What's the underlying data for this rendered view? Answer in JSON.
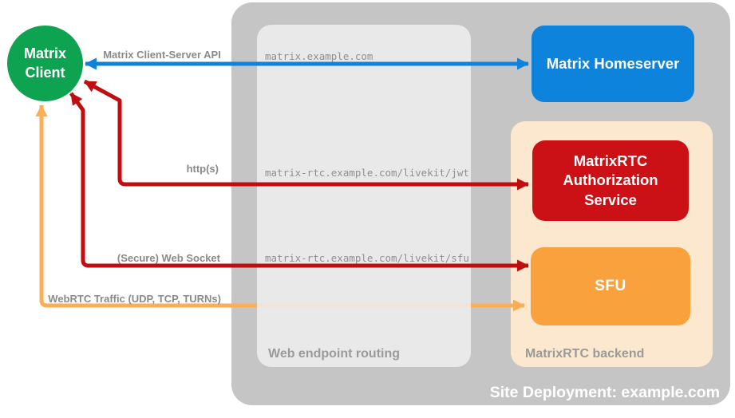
{
  "nodes": {
    "client": "Matrix Client",
    "homeserver": "Matrix Homeserver",
    "auth_service": "MatrixRTC Authorization Service",
    "sfu": "SFU"
  },
  "containers": {
    "site_deployment": "Site Deployment: example.com",
    "web_endpoint_routing": "Web endpoint routing",
    "matrixrtc_backend": "MatrixRTC backend"
  },
  "connections": {
    "client_server_api": {
      "label": "Matrix Client-Server API",
      "endpoint": "matrix.example.com",
      "color": "#0d83dc"
    },
    "https": {
      "label": "http(s)",
      "endpoint": "matrix-rtc.example.com/livekit/jwt",
      "color": "#c00d10"
    },
    "websocket": {
      "label": "(Secure) Web Socket",
      "endpoint": "matrix-rtc.example.com/livekit/sfu",
      "color": "#c00d10"
    },
    "webrtc": {
      "label": "WebRTC Traffic (UDP, TCP, TURNs)",
      "color": "#fbae55"
    }
  },
  "colors": {
    "client_green": "#0ea351",
    "homeserver_blue": "#0d83dc",
    "auth_red": "#cb1016",
    "sfu_orange": "#f9a23d",
    "backend_peach": "#fce8cf",
    "site_gray": "#c5c5c5",
    "routing_gray": "#e9e9e9"
  }
}
